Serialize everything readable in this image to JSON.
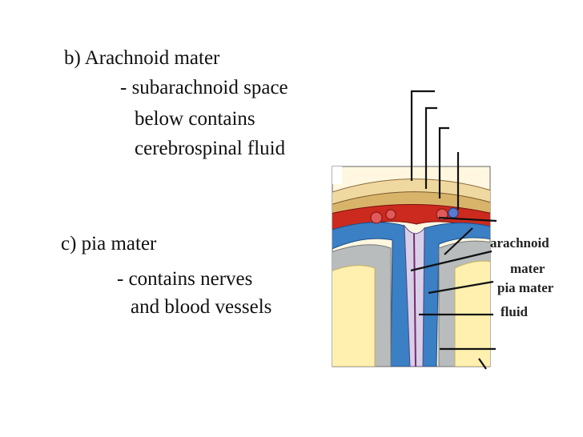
{
  "text": {
    "arachnoid_heading": "b) Arachnoid mater",
    "arachnoid_line1": "- subarachnoid space",
    "arachnoid_line2": "below contains",
    "arachnoid_line3": "cerebrospinal fluid",
    "pia_heading": "c) pia mater",
    "pia_line1": "- contains nerves",
    "pia_line2": "and blood vessels"
  },
  "figure_labels": {
    "arachnoid": "arachnoid",
    "mater": "mater",
    "pia_mater": "pia mater",
    "fluid": "fluid"
  }
}
